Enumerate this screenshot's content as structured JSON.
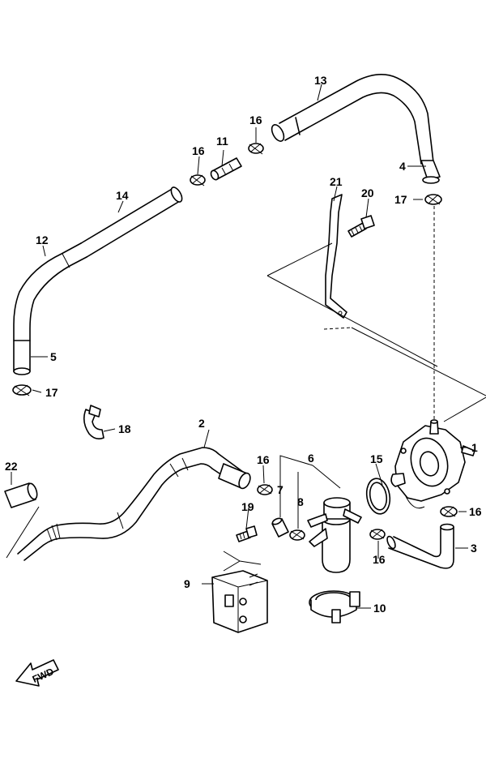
{
  "diagram": {
    "callouts": {
      "c1": "1",
      "c2": "2",
      "c3": "3",
      "c4": "4",
      "c5": "5",
      "c6": "6",
      "c7": "7",
      "c8": "8",
      "c9": "9",
      "c10": "10",
      "c11": "11",
      "c12": "12",
      "c13": "13",
      "c14": "14",
      "c15": "15",
      "c16a": "16",
      "c16b": "16",
      "c16c": "16",
      "c16d": "16",
      "c16e": "16",
      "c17a": "17",
      "c17b": "17",
      "c18": "18",
      "c19": "19",
      "c20": "20",
      "c21": "21",
      "c22": "22"
    },
    "fwd_label": "FWD"
  }
}
